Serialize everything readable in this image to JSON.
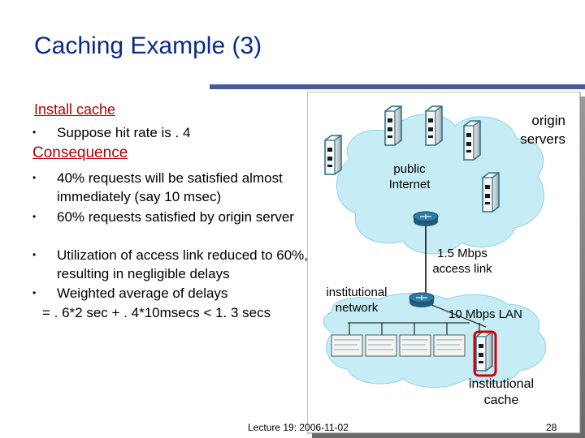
{
  "slide": {
    "title": "Caching Example (3)",
    "section_install": "Install cache",
    "install_bullets": [
      "Suppose hit rate is . 4"
    ],
    "section_consequence": "Consequence",
    "consequence_bullets": [
      "40% requests will be satisfied almost immediately (say 10 msec)",
      "60% requests satisfied by origin server",
      "Utilization of access link reduced to 60%, resulting in negligible delays",
      "Weighted average of delays"
    ],
    "formula": "= . 6*2 sec + . 4*10msecs < 1. 3 secs",
    "bullet_glyph": "•",
    "footer": "Lecture 19: 2006-11-02",
    "page_number": "28"
  },
  "diagram": {
    "origin_servers_label": [
      "origin",
      "servers"
    ],
    "public_internet_label": [
      "public",
      "Internet"
    ],
    "access_link_label": [
      "1.5 Mbps",
      "access link"
    ],
    "institutional_network_label": [
      "institutional",
      "network"
    ],
    "lan_label": "10 Mbps LAN",
    "institutional_cache_label": [
      "institutional",
      "cache"
    ],
    "colors": {
      "cloud": "#c6ecf5",
      "rule": "#4a5a9c",
      "title": "#0b2a87",
      "heading": "#b40000",
      "cache_highlight": "#d40000",
      "router": "#1f5d80"
    },
    "icons": [
      "server-icon",
      "router-icon",
      "workstation-icon"
    ]
  }
}
